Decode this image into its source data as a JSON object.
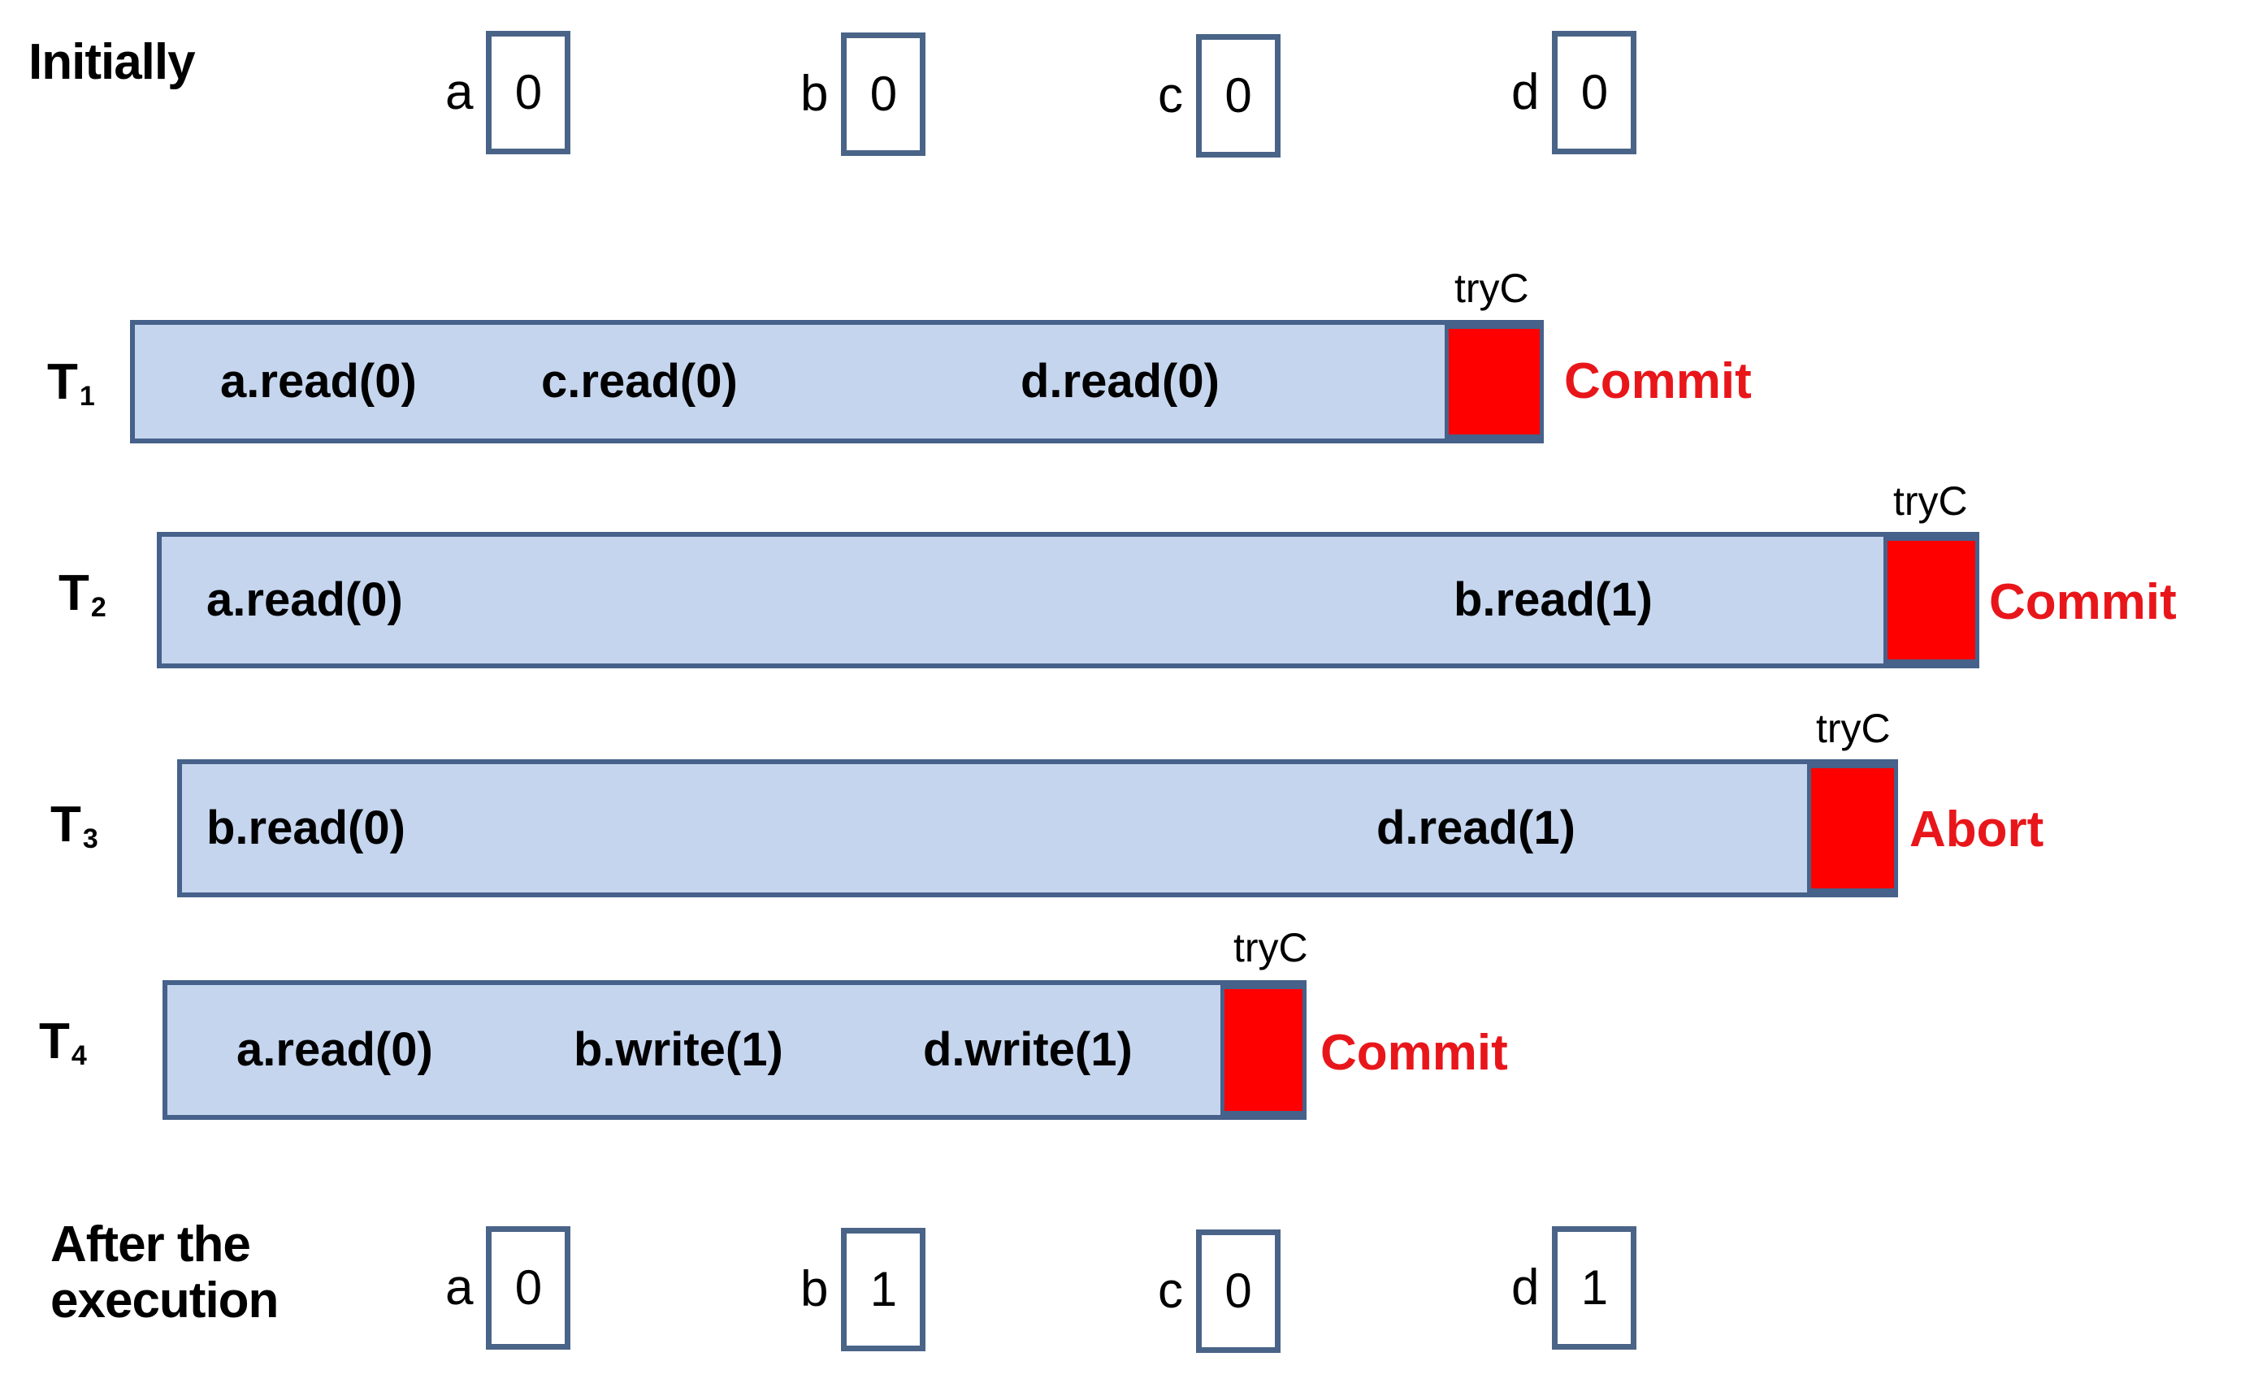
{
  "colors": {
    "bar_fill": "#C5D5EE",
    "bar_border": "#46618A",
    "trycommit_red": "#FF0000",
    "outcome_red": "#E8161A",
    "box_border": "#4A6488",
    "text": "#000000",
    "background": "#FFFFFF"
  },
  "initial_state": {
    "label": "Initially",
    "variables": [
      {
        "name": "a",
        "value": "0"
      },
      {
        "name": "b",
        "value": "0"
      },
      {
        "name": "c",
        "value": "0"
      },
      {
        "name": "d",
        "value": "0"
      }
    ]
  },
  "final_state": {
    "label": "After the\nexecution",
    "variables": [
      {
        "name": "a",
        "value": "0"
      },
      {
        "name": "b",
        "value": "1"
      },
      {
        "name": "c",
        "value": "0"
      },
      {
        "name": "d",
        "value": "1"
      }
    ]
  },
  "trycommit_label": "tryC",
  "transactions": [
    {
      "id": "T",
      "index": "1",
      "operations": [
        {
          "text": "a.read(0)"
        },
        {
          "text": "c.read(0)"
        },
        {
          "text": "d.read(0)"
        }
      ],
      "outcome": "Commit"
    },
    {
      "id": "T",
      "index": "2",
      "operations": [
        {
          "text": "a.read(0)"
        },
        {
          "text": "b.read(1)"
        }
      ],
      "outcome": "Commit"
    },
    {
      "id": "T",
      "index": "3",
      "operations": [
        {
          "text": "b.read(0)"
        },
        {
          "text": "d.read(1)"
        }
      ],
      "outcome": "Abort"
    },
    {
      "id": "T",
      "index": "4",
      "operations": [
        {
          "text": "a.read(0)"
        },
        {
          "text": "b.write(1)"
        },
        {
          "text": "d.write(1)"
        }
      ],
      "outcome": "Commit"
    }
  ]
}
